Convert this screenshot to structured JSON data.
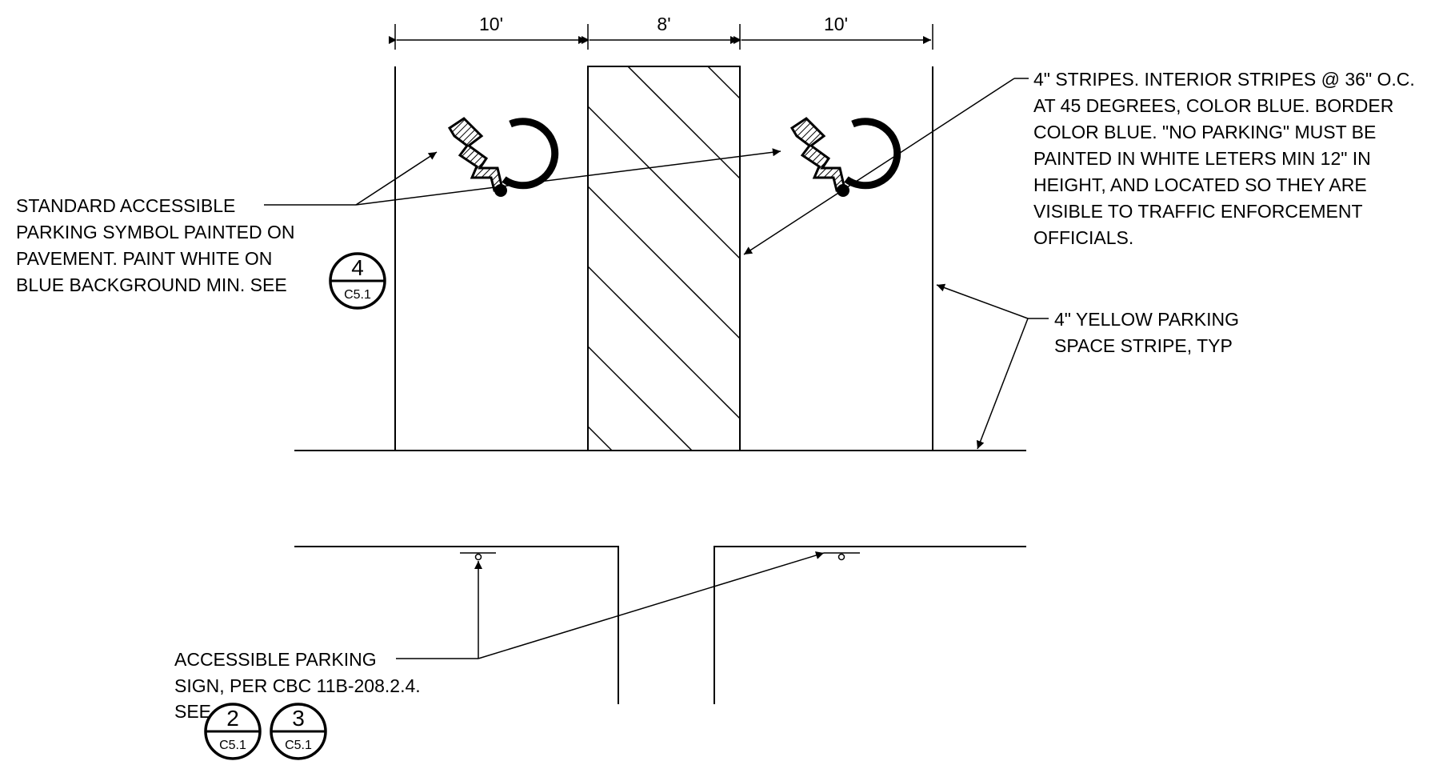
{
  "dimensions": {
    "left_stall": "10'",
    "aisle": "8'",
    "right_stall": "10'"
  },
  "notes": {
    "stripes": [
      "4\" STRIPES. INTERIOR STRIPES @ 36\" O.C.",
      "AT 45 DEGREES, COLOR BLUE. BORDER",
      "COLOR BLUE. \"NO PARKING\" MUST BE",
      "PAINTED IN WHITE LETERS MIN 12\" IN",
      "HEIGHT, AND LOCATED SO THEY ARE",
      "VISIBLE TO TRAFFIC ENFORCEMENT",
      "OFFICIALS."
    ],
    "symbol": [
      "STANDARD ACCESSIBLE",
      "PARKING SYMBOL PAINTED ON",
      "PAVEMENT. PAINT WHITE ON",
      "BLUE BACKGROUND MIN. SEE"
    ],
    "yellow_stripe": [
      "4\" YELLOW PARKING",
      "SPACE STRIPE, TYP"
    ],
    "sign": [
      "ACCESSIBLE PARKING",
      "SIGN, PER CBC 11B-208.2.4.",
      "SEE"
    ]
  },
  "detail_refs": {
    "symbol_ref": {
      "detail": "4",
      "sheet": "C5.1"
    },
    "sign_ref_1": {
      "detail": "2",
      "sheet": "C5.1"
    },
    "sign_ref_2": {
      "detail": "3",
      "sheet": "C5.1"
    }
  },
  "icons": {
    "accessible_symbol": "wheelchair-icon",
    "sign_post": "sign-post-icon"
  }
}
